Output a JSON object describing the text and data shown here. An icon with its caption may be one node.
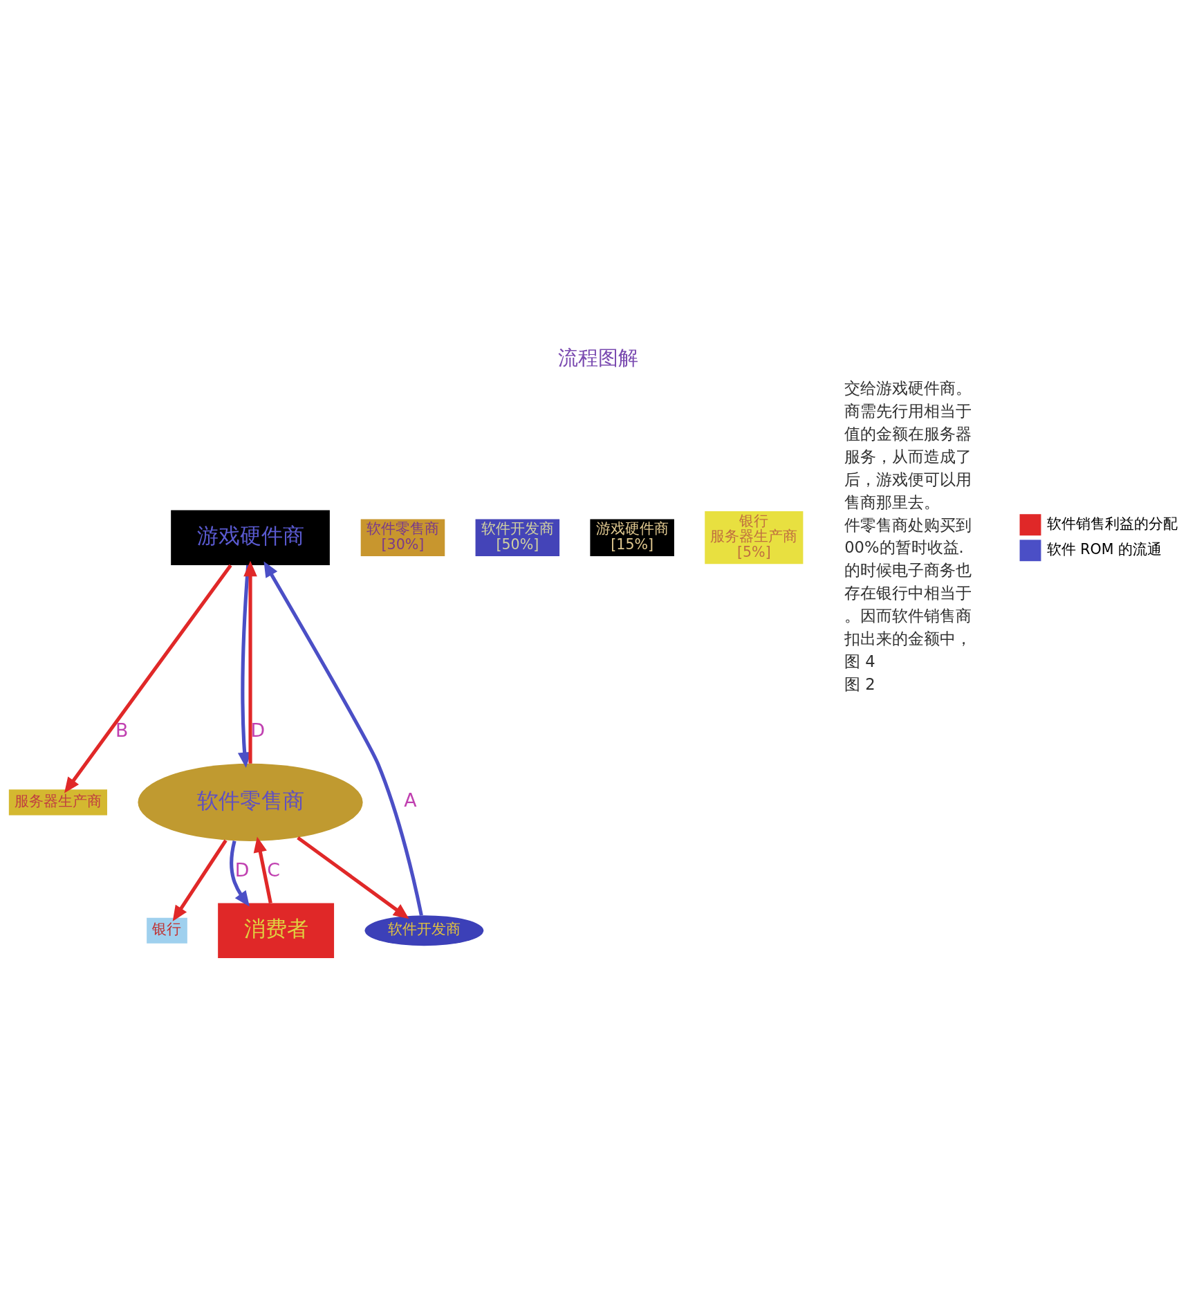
{
  "diagram": {
    "title": "流程图解",
    "nodes": [
      {
        "text": [
          "游戏硬件商"
        ]
      },
      {
        "text": [
          "服务器生产商"
        ]
      },
      {
        "text": [
          "软件开发商"
        ]
      },
      {
        "text": [
          "银行"
        ]
      },
      {
        "text": [
          "软件零售商"
        ]
      },
      {
        "text": [
          "消费者"
        ]
      },
      {
        "text": [
          "软件零售商",
          "[30%]"
        ]
      },
      {
        "text": [
          "软件开发商",
          "[50%]"
        ]
      },
      {
        "text": [
          "游戏硬件商",
          "[15%]"
        ]
      },
      {
        "text": [
          "银行",
          "服务器生产商",
          "[5%]"
        ]
      }
    ],
    "edges": [
      {
        "from": 2,
        "to": 0,
        "arrow": "to",
        "label": "A",
        "color": "#4b4fc6"
      },
      {
        "from": 0,
        "to": 1,
        "arrow": "to",
        "label": "B"
      },
      {
        "from": 0,
        "to": 4,
        "arrow": "to",
        "color": "#4b4fc6"
      },
      {
        "from": 4,
        "to": 0,
        "arrow": "to",
        "label": "D"
      },
      {
        "from": 4,
        "to": 2,
        "arrow": "to"
      },
      {
        "from": 4,
        "to": 3,
        "arrow": "to"
      },
      {
        "from": 4,
        "to": 5,
        "arrow": "to",
        "label": "D",
        "color": "#4b4fc6"
      },
      {
        "from": 5,
        "to": 4,
        "arrow": "to",
        "label": "C"
      }
    ],
    "labels": [
      "交给游戏硬件商。",
      "商需先行用相当于",
      "值的金额在服务器",
      "服务，从而造成了",
      "后，游戏便可以用",
      "售商那里去。",
      "件零售商处购买到",
      "00%的暂时收益.",
      "的时候电子商务也",
      "存在银行中相当于",
      "。因而软件销售商",
      "扣出来的金额中，",
      "图 4",
      "图 2"
    ],
    "legend": [
      {
        "text": "软件销售利益的分配",
        "color": "#e02828"
      },
      {
        "text": "软件 ROM 的流通",
        "color": "#4b4fc6"
      }
    ]
  }
}
